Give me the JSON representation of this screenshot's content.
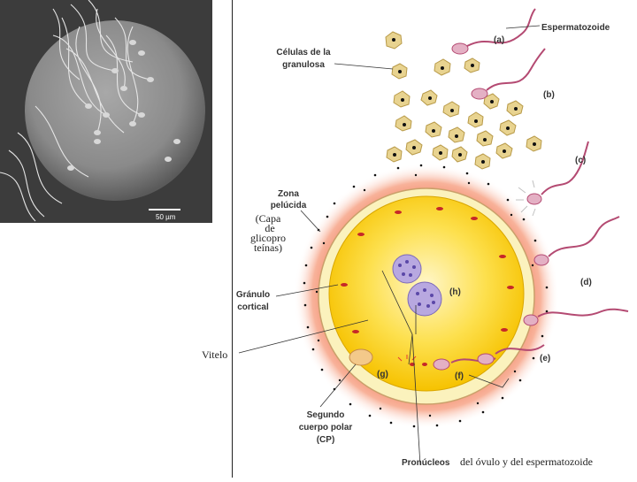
{
  "photo": {
    "scale_bar": "50 µm"
  },
  "labels": {
    "espermatozoide": "Espermatozoide",
    "granulosa": [
      "Células de la",
      "granulosa"
    ],
    "zona": [
      "Zona",
      "pelúcida"
    ],
    "capa": [
      "(Capa",
      "de",
      "glicopro",
      "teínas)"
    ],
    "granulo": [
      "Gránulo",
      "cortical"
    ],
    "vitelo": "Vitelo",
    "segundo": [
      "Segundo",
      "cuerpo polar",
      "(CP)"
    ],
    "pronucleos": "Pronúcleos",
    "pronucleos_suffix": "del óvulo y del espermatozoide",
    "letters": {
      "a": "(a)",
      "b": "(b)",
      "c": "(c)",
      "d": "(d)",
      "e": "(e)",
      "f": "(f)",
      "g": "(g)",
      "h": "(h)"
    }
  },
  "colors": {
    "cumulus_cell": "#e8d390",
    "zona_fill": "#f9f0b8",
    "vitelo": "#fcd11a",
    "corona": "#f6a587",
    "cortical_granule": "#c62828",
    "pronucleus": "#b8a8e0",
    "sperm": "#c65a80"
  }
}
